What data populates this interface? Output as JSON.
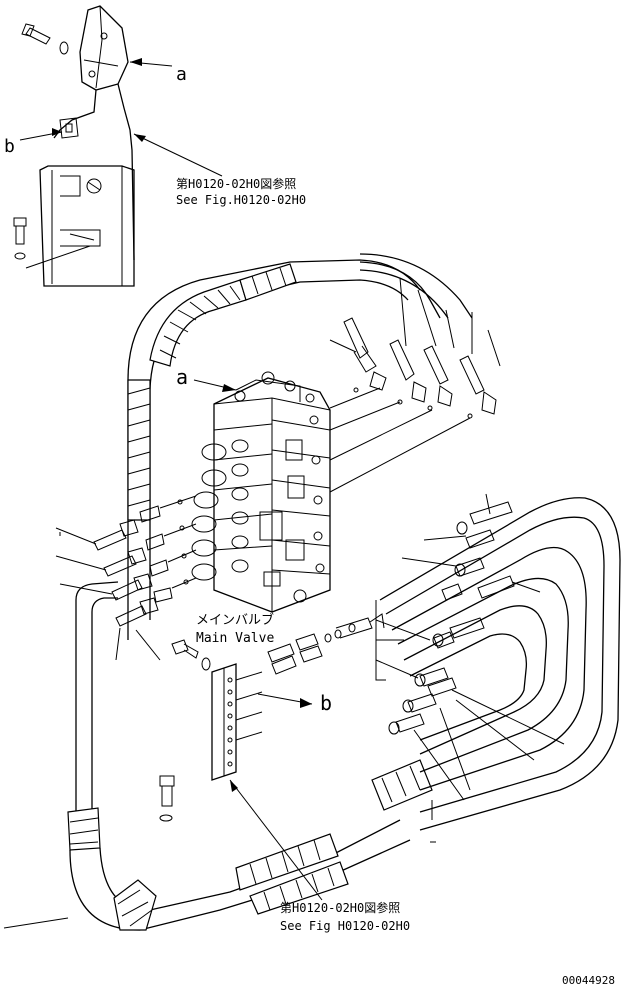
{
  "callouts": {
    "a_top": "a",
    "b_top": "b",
    "a_valve": "a",
    "b_lower": "b"
  },
  "refs": {
    "top_jp": "第H0120-02H0図参照",
    "top_en": "See Fig.H0120-02H0",
    "bottom_jp": "第H0120-02H0図参照",
    "bottom_en": "See Fig H0120-02H0"
  },
  "main_valve": {
    "jp": "メインバルブ",
    "en": "Main Valve"
  },
  "drawing_number": "00044928"
}
